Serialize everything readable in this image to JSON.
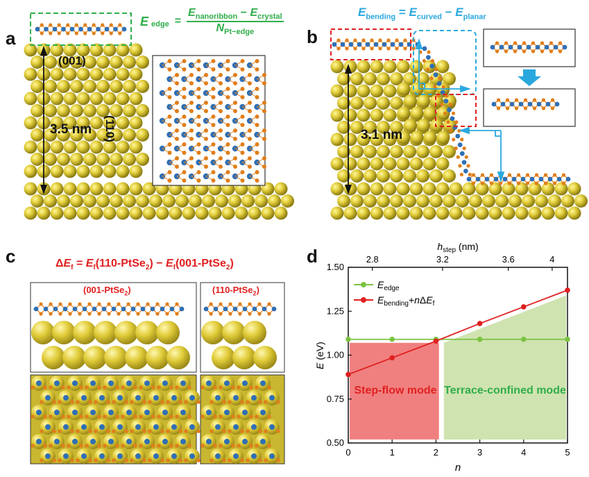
{
  "panels": {
    "a": "a",
    "b": "b",
    "c": "c",
    "d": "d"
  },
  "colors": {
    "gold": "#d4c03a",
    "pt": "#2f6fb5",
    "se": "#e07e1a",
    "green": "#2fae4a",
    "red": "#e02020",
    "cyan": "#2aa8de"
  },
  "panel_a": {
    "equation": "E_edge = (E_nanoribbon − E_crystal) / N_Pt-edge",
    "facet_top": "(001)",
    "facet_side": "(110)",
    "height": "3.5 nm"
  },
  "panel_b": {
    "equation": "E_bending = E_curved − E_planar",
    "height": "3.1 nm"
  },
  "panel_c": {
    "equation": "ΔE_f = E_f(110-PtSe2) − E_f(001-PtSe2)",
    "left_label": "(001-PtSe2)",
    "right_label": "(110-PtSe2)"
  },
  "chart_data": {
    "type": "line",
    "xlabel": "n",
    "ylabel": "E (eV)",
    "top_axis_label": "h_step (nm)",
    "xlim": [
      0,
      5
    ],
    "ylim": [
      0.5,
      1.5
    ],
    "x_ticks": [
      0,
      1,
      2,
      3,
      4,
      5
    ],
    "y_ticks": [
      0.5,
      0.75,
      1.0,
      1.25,
      1.5
    ],
    "top_ticks": [
      "2.8",
      "3.2",
      "3.6",
      "4"
    ],
    "top_tick_n": [
      0.55,
      2.15,
      3.65,
      4.65
    ],
    "series": [
      {
        "name": "E_edge",
        "color": "#7cc242",
        "x": [
          0,
          1,
          2,
          3,
          4,
          5
        ],
        "y": [
          1.09,
          1.09,
          1.09,
          1.09,
          1.09,
          1.09
        ]
      },
      {
        "name": "E_bending + nΔE_f",
        "color": "#e02020",
        "x": [
          0,
          1,
          2,
          3,
          4,
          5
        ],
        "y": [
          0.89,
          0.985,
          1.08,
          1.18,
          1.275,
          1.37
        ]
      }
    ],
    "regions": [
      {
        "label": "Step-flow mode",
        "x_range": [
          0,
          2.1
        ],
        "color": "#f08080"
      },
      {
        "label": "Terrace-confined mode",
        "x_range": [
          2.1,
          5
        ],
        "color": "#cfe3b0"
      }
    ],
    "legend_position": "top-left"
  }
}
